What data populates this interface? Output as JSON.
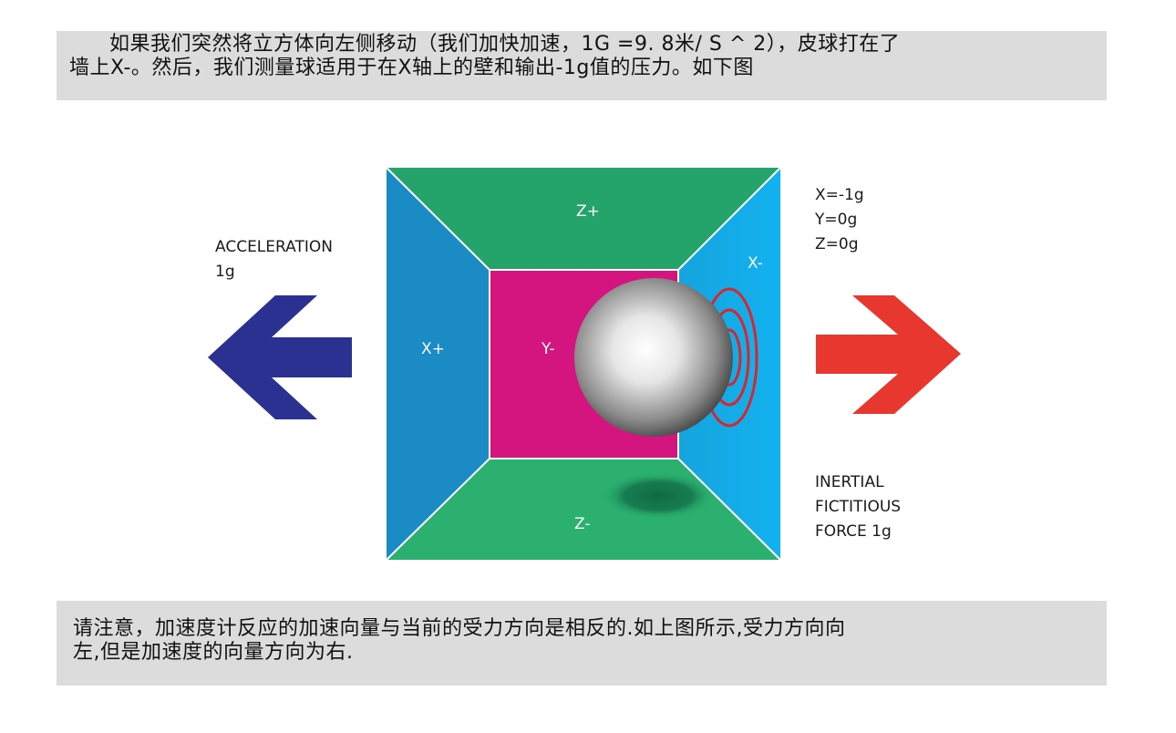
{
  "intro_text": {
    "line1": "如果我们突然将立方体向左侧移动（我们加快加速，1G =9. 8米/ S ^ 2），皮球打在了",
    "line2": "墙上X-。然后，我们测量球适用于在X轴上的壁和输出-1g值的压力。如下图"
  },
  "diagram": {
    "faces": {
      "top": "Z+",
      "bottom": "Z-",
      "left": "X+",
      "right": "X-",
      "back": "Y-"
    },
    "acceleration_label": {
      "line1": "ACCELERATION",
      "line2": "1g"
    },
    "readings": {
      "x": "X=-1g",
      "y": "Y=0g",
      "z": "Z=0g"
    },
    "inertial_force_label": {
      "line1": "INERTIAL",
      "line2": "FICTITIOUS",
      "line3": "FORCE 1g"
    },
    "colors": {
      "top_face": "#24a36a",
      "bottom_face": "#2bb070",
      "left_face": "#1b8bc6",
      "right_face": "#14acea",
      "back_face": "#d4157f",
      "acceleration_arrow": "#2b3191",
      "force_arrow": "#e8372e",
      "impact_rings": "#d9262c"
    }
  },
  "note_text": {
    "line1": "请注意，加速度计反应的加速向量与当前的受力方向是相反的.如上图所示,受力方向向",
    "line2": "左,但是加速度的向量方向为右."
  }
}
